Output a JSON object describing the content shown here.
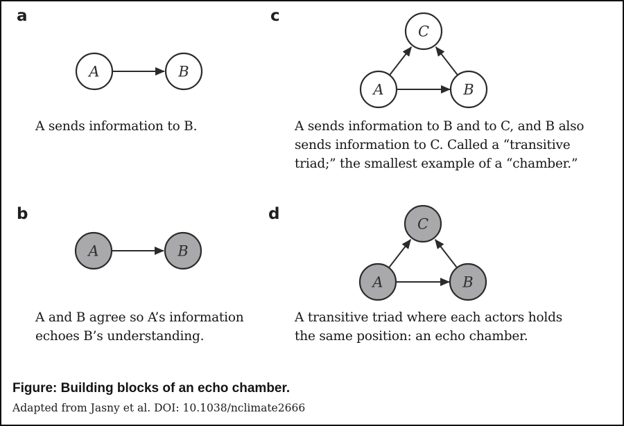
{
  "figure_caption": {
    "title": "Figure: Building blocks of an echo chamber.",
    "source": "Adapted from Jasny et al. DOI: 10.1038/nclimate2666"
  },
  "colors": {
    "frame_border": "#111111",
    "node_stroke": "#2b2b2b",
    "node_fill_open": "#ffffff",
    "node_fill_shaded": "#a9a9ac",
    "text": "#1c1c1c"
  },
  "panels": [
    {
      "id": "a",
      "label": "a",
      "caption_lines": [
        "A sends information to B."
      ],
      "diagram": {
        "type": "dyad",
        "node_style": "open",
        "nodes": [
          {
            "id": "A",
            "label": "A"
          },
          {
            "id": "B",
            "label": "B"
          }
        ],
        "edges": [
          {
            "from": "A",
            "to": "B"
          }
        ]
      }
    },
    {
      "id": "b",
      "label": "b",
      "caption_lines": [
        "A and B agree so A’s information",
        "echoes B’s understanding."
      ],
      "diagram": {
        "type": "dyad",
        "node_style": "shaded",
        "nodes": [
          {
            "id": "A",
            "label": "A"
          },
          {
            "id": "B",
            "label": "B"
          }
        ],
        "edges": [
          {
            "from": "A",
            "to": "B"
          }
        ]
      }
    },
    {
      "id": "c",
      "label": "c",
      "caption_lines": [
        "A sends information to B and to C, and B also",
        "sends information to C. Called a “transitive",
        "triad;” the smallest example of a “chamber.”"
      ],
      "diagram": {
        "type": "triad",
        "node_style": "open",
        "nodes": [
          {
            "id": "A",
            "label": "A"
          },
          {
            "id": "B",
            "label": "B"
          },
          {
            "id": "C",
            "label": "C"
          }
        ],
        "edges": [
          {
            "from": "A",
            "to": "B"
          },
          {
            "from": "A",
            "to": "C"
          },
          {
            "from": "B",
            "to": "C"
          }
        ]
      }
    },
    {
      "id": "d",
      "label": "d",
      "caption_lines": [
        "A transitive triad where each actors holds",
        "the same position: an echo chamber."
      ],
      "diagram": {
        "type": "triad",
        "node_style": "shaded",
        "nodes": [
          {
            "id": "A",
            "label": "A"
          },
          {
            "id": "B",
            "label": "B"
          },
          {
            "id": "C",
            "label": "C"
          }
        ],
        "edges": [
          {
            "from": "A",
            "to": "B"
          },
          {
            "from": "A",
            "to": "C"
          },
          {
            "from": "B",
            "to": "C"
          }
        ]
      }
    }
  ]
}
